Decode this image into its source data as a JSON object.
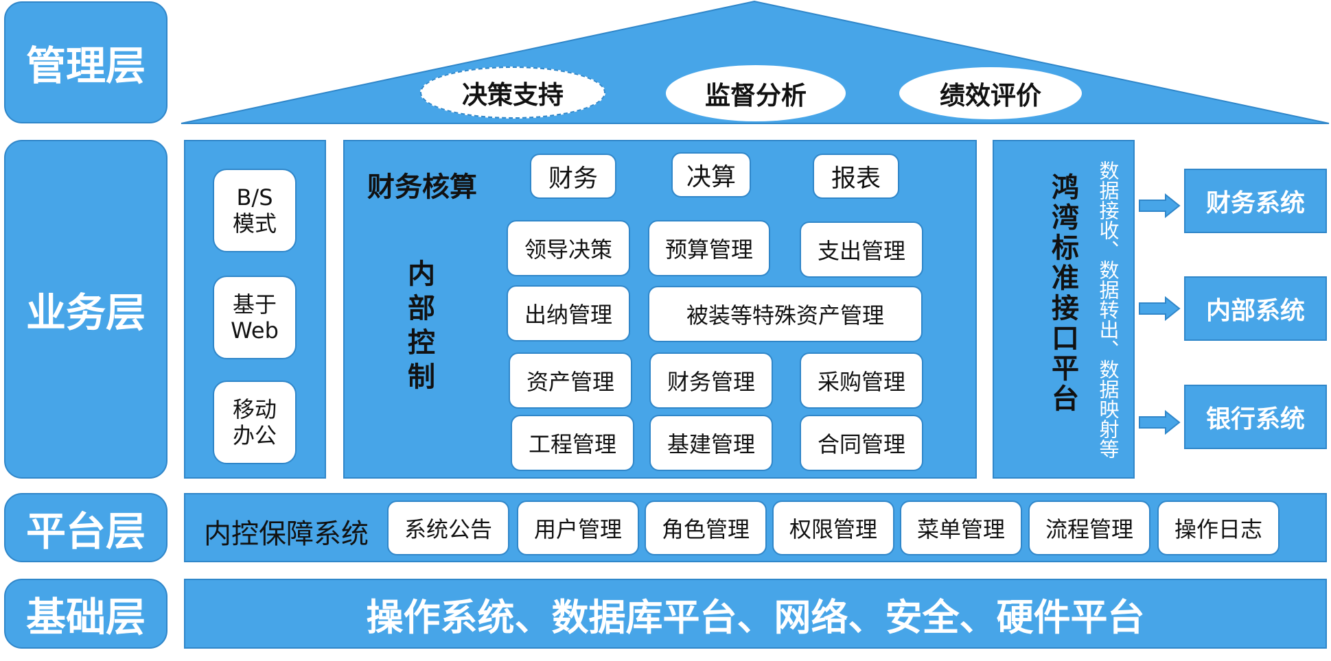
{
  "layers": {
    "management": "管理层",
    "business": "业务层",
    "platform": "平台层",
    "foundation": "基础层"
  },
  "management": {
    "items": [
      "决策支持",
      "监督分析",
      "绩效评价"
    ]
  },
  "business": {
    "access_modes": [
      [
        "B/S",
        "模式"
      ],
      [
        "基于",
        "Web"
      ],
      [
        "移动",
        "办公"
      ]
    ],
    "finance_accounting": {
      "title": "财务核算",
      "items": [
        "财务",
        "决算",
        "报表"
      ]
    },
    "internal_control": {
      "title": "内部控制",
      "items": [
        "领导决策",
        "预算管理",
        "支出管理",
        "出纳管理",
        "被装等特殊资产管理",
        "资产管理",
        "财务管理",
        "采购管理",
        "工程管理",
        "基建管理",
        "合同管理"
      ]
    },
    "interface_platform": {
      "title": "鸿湾标准接口平台",
      "subtitle": "数据接收、数据转出、数据映射等"
    },
    "external_systems": [
      "财务系统",
      "内部系统",
      "银行系统"
    ]
  },
  "platform": {
    "title": "内控保障系统",
    "items": [
      "系统公告",
      "用户管理",
      "角色管理",
      "权限管理",
      "菜单管理",
      "流程管理",
      "操作日志"
    ]
  },
  "foundation": {
    "text": "操作系统、数据库平台、网络、安全、硬件平台"
  },
  "colors": {
    "fill": "#47a5e8",
    "border": "#2f86c9",
    "box": "#ffffff"
  }
}
